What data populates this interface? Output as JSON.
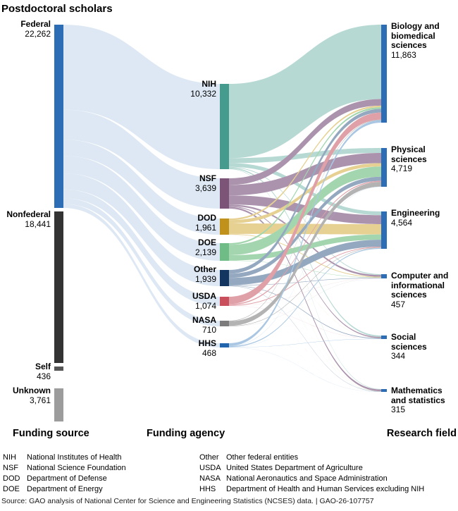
{
  "title": "Postdoctoral scholars",
  "axis_labels": {
    "source": "Funding source",
    "agency": "Funding agency",
    "field": "Research field"
  },
  "legend": {
    "items": [
      {
        "abbr": "NIH",
        "name": "National Institutes of Health"
      },
      {
        "abbr": "NSF",
        "name": "National Science Foundation"
      },
      {
        "abbr": "DOD",
        "name": "Department of Defense"
      },
      {
        "abbr": "DOE",
        "name": "Department of Energy"
      },
      {
        "abbr": "Other",
        "name": "Other federal entities"
      },
      {
        "abbr": "USDA",
        "name": "United States Department of Agriculture"
      },
      {
        "abbr": "NASA",
        "name": "National Aeronautics and Space Administration"
      },
      {
        "abbr": "HHS",
        "name": "Department of Health and Human Services excluding NIH"
      }
    ]
  },
  "source_line": "Source: GAO analysis of National Center for Science and Engineering Statistics (NCSES) data.  |  GAO-26-107757",
  "chart_data": {
    "type": "sankey",
    "title": "Postdoctoral scholars",
    "column_labels": [
      "Funding source",
      "Funding agency",
      "Research field"
    ],
    "colors": {
      "federal_flow": "#dde8f4",
      "node_blue": "#2d6db5"
    },
    "nodes": [
      {
        "id": "federal",
        "column": "source",
        "label": "Federal",
        "value": 22262,
        "value_text": "22,262",
        "color": "#2d6db5"
      },
      {
        "id": "nonfederal",
        "column": "source",
        "label": "Nonfederal",
        "value": 18441,
        "value_text": "18,441",
        "color": "#333333"
      },
      {
        "id": "self",
        "column": "source",
        "label": "Self",
        "value": 436,
        "value_text": "436",
        "color": "#555555"
      },
      {
        "id": "unknown",
        "column": "source",
        "label": "Unknown",
        "value": 3761,
        "value_text": "3,761",
        "color": "#9c9c9c"
      },
      {
        "id": "nih",
        "column": "agency",
        "label": "NIH",
        "value": 10332,
        "value_text": "10,332",
        "color": "#459c8e",
        "flow_color": "#b7d9d3"
      },
      {
        "id": "nsf",
        "column": "agency",
        "label": "NSF",
        "value": 3639,
        "value_text": "3,639",
        "color": "#7c5478",
        "flow_color": "#ab93ad"
      },
      {
        "id": "dod",
        "column": "agency",
        "label": "DOD",
        "value": 1961,
        "value_text": "1,961",
        "color": "#c0911b",
        "flow_color": "#e6d193"
      },
      {
        "id": "doe",
        "column": "agency",
        "label": "DOE",
        "value": 2139,
        "value_text": "2,139",
        "color": "#6fbc87",
        "flow_color": "#a3d6af"
      },
      {
        "id": "other",
        "column": "agency",
        "label": "Other",
        "value": 1939,
        "value_text": "1,939",
        "color": "#12365f",
        "flow_color": "#94a8bf"
      },
      {
        "id": "usda",
        "column": "agency",
        "label": "USDA",
        "value": 1074,
        "value_text": "1,074",
        "color": "#ca4f5c",
        "flow_color": "#e0a0a8"
      },
      {
        "id": "nasa",
        "column": "agency",
        "label": "NASA",
        "value": 710,
        "value_text": "710",
        "color": "#7c7c7c",
        "flow_color": "#b3b3b3"
      },
      {
        "id": "hhs",
        "column": "agency",
        "label": "HHS",
        "value": 468,
        "value_text": "468",
        "color": "#2064ad",
        "flow_color": "#a9c7e3"
      },
      {
        "id": "bio",
        "column": "field",
        "label": "Biology and biomedical sciences",
        "label_lines": [
          "Biology and",
          "biomedical",
          "sciences"
        ],
        "value": 11863,
        "value_text": "11,863",
        "color": "#2d6db5"
      },
      {
        "id": "phys",
        "column": "field",
        "label": "Physical sciences",
        "label_lines": [
          "Physical",
          "sciences"
        ],
        "value": 4719,
        "value_text": "4,719",
        "color": "#2d6db5"
      },
      {
        "id": "eng",
        "column": "field",
        "label": "Engineering",
        "label_lines": [
          "Engineering"
        ],
        "value": 4564,
        "value_text": "4,564",
        "color": "#2d6db5"
      },
      {
        "id": "cs",
        "column": "field",
        "label": "Computer and informational sciences",
        "label_lines": [
          "Computer and",
          "informational",
          "sciences"
        ],
        "value": 457,
        "value_text": "457",
        "color": "#2d6db5"
      },
      {
        "id": "soc",
        "column": "field",
        "label": "Social sciences",
        "label_lines": [
          "Social",
          "sciences"
        ],
        "value": 344,
        "value_text": "344",
        "color": "#2d6db5"
      },
      {
        "id": "math",
        "column": "field",
        "label": "Mathematics and statistics",
        "label_lines": [
          "Mathematics",
          "and statistics"
        ],
        "value": 315,
        "value_text": "315",
        "color": "#2d6db5"
      }
    ],
    "links": [
      {
        "source": "federal",
        "target": "nih",
        "value": 10332
      },
      {
        "source": "federal",
        "target": "nsf",
        "value": 3639
      },
      {
        "source": "federal",
        "target": "dod",
        "value": 1961
      },
      {
        "source": "federal",
        "target": "doe",
        "value": 2139
      },
      {
        "source": "federal",
        "target": "other",
        "value": 1939
      },
      {
        "source": "federal",
        "target": "usda",
        "value": 1074
      },
      {
        "source": "federal",
        "target": "nasa",
        "value": 710
      },
      {
        "source": "federal",
        "target": "hhs",
        "value": 468
      },
      {
        "source": "nih",
        "target": "bio",
        "value": 9000
      },
      {
        "source": "nih",
        "target": "phys",
        "value": 600
      },
      {
        "source": "nih",
        "target": "eng",
        "value": 450
      },
      {
        "source": "nih",
        "target": "cs",
        "value": 90
      },
      {
        "source": "nih",
        "target": "soc",
        "value": 140
      },
      {
        "source": "nih",
        "target": "math",
        "value": 52
      },
      {
        "source": "nsf",
        "target": "bio",
        "value": 800
      },
      {
        "source": "nsf",
        "target": "phys",
        "value": 1250
      },
      {
        "source": "nsf",
        "target": "eng",
        "value": 1100
      },
      {
        "source": "nsf",
        "target": "cs",
        "value": 190
      },
      {
        "source": "nsf",
        "target": "soc",
        "value": 100
      },
      {
        "source": "nsf",
        "target": "math",
        "value": 199
      },
      {
        "source": "dod",
        "target": "bio",
        "value": 200
      },
      {
        "source": "dod",
        "target": "phys",
        "value": 400
      },
      {
        "source": "dod",
        "target": "eng",
        "value": 1260
      },
      {
        "source": "dod",
        "target": "cs",
        "value": 80
      },
      {
        "source": "dod",
        "target": "soc",
        "value": 10
      },
      {
        "source": "dod",
        "target": "math",
        "value": 11
      },
      {
        "source": "doe",
        "target": "bio",
        "value": 200
      },
      {
        "source": "doe",
        "target": "phys",
        "value": 1250
      },
      {
        "source": "doe",
        "target": "eng",
        "value": 650
      },
      {
        "source": "doe",
        "target": "cs",
        "value": 30
      },
      {
        "source": "doe",
        "target": "soc",
        "value": 2
      },
      {
        "source": "doe",
        "target": "math",
        "value": 7
      },
      {
        "source": "other",
        "target": "bio",
        "value": 450
      },
      {
        "source": "other",
        "target": "phys",
        "value": 500
      },
      {
        "source": "other",
        "target": "eng",
        "value": 850
      },
      {
        "source": "other",
        "target": "cs",
        "value": 50
      },
      {
        "source": "other",
        "target": "soc",
        "value": 60
      },
      {
        "source": "other",
        "target": "math",
        "value": 29
      },
      {
        "source": "usda",
        "target": "bio",
        "value": 850
      },
      {
        "source": "usda",
        "target": "phys",
        "value": 120
      },
      {
        "source": "usda",
        "target": "eng",
        "value": 90
      },
      {
        "source": "usda",
        "target": "cs",
        "value": 8
      },
      {
        "source": "usda",
        "target": "soc",
        "value": 4
      },
      {
        "source": "usda",
        "target": "math",
        "value": 2
      },
      {
        "source": "nasa",
        "target": "bio",
        "value": 63
      },
      {
        "source": "nasa",
        "target": "phys",
        "value": 580
      },
      {
        "source": "nasa",
        "target": "eng",
        "value": 60
      },
      {
        "source": "nasa",
        "target": "cs",
        "value": 4
      },
      {
        "source": "nasa",
        "target": "soc",
        "value": 1
      },
      {
        "source": "nasa",
        "target": "math",
        "value": 2
      },
      {
        "source": "hhs",
        "target": "bio",
        "value": 300
      },
      {
        "source": "hhs",
        "target": "phys",
        "value": 19
      },
      {
        "source": "hhs",
        "target": "eng",
        "value": 104
      },
      {
        "source": "hhs",
        "target": "cs",
        "value": 5
      },
      {
        "source": "hhs",
        "target": "soc",
        "value": 27
      },
      {
        "source": "hhs",
        "target": "math",
        "value": 13
      }
    ]
  }
}
